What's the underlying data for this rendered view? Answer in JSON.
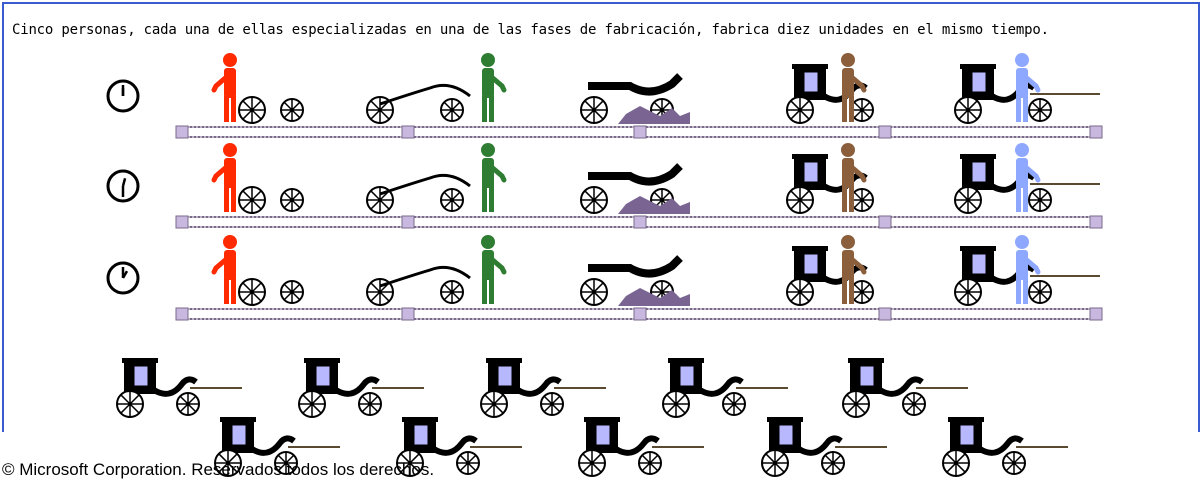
{
  "caption": "Cinco personas, cada una de ellas especializadas en una de las fases de fabricación, fabrica diez unidades en el mismo tiempo.",
  "copyright": "© Microsoft Corporation. Reservados todos los derechos.",
  "colors": {
    "frame": "#3a5bd0",
    "worker_1": "#ff2a00",
    "worker_2": "#2e7d32",
    "worker_3": "#7a6592",
    "worker_4": "#8b5e3c",
    "worker_5": "#8ea8ff",
    "conveyor": "#7a6a8a",
    "carriage": "#000000",
    "window": "#b8b8ff"
  },
  "icons": {
    "clock": "clock-icon",
    "wheel": "wheel-icon",
    "worker": "worker-icon",
    "carriage": "carriage-icon",
    "conveyor": "conveyor-belt"
  },
  "clock_times": [
    "12:00",
    "12:30",
    "1:00"
  ],
  "assembly_lines": 3,
  "stations_per_line": 5,
  "finished_carriages": 10
}
